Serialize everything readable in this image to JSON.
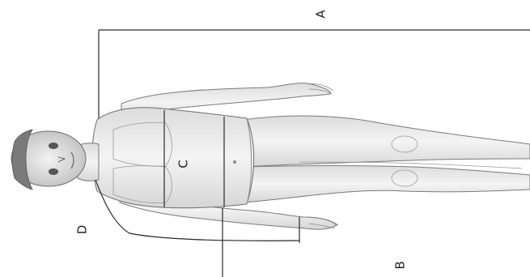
{
  "labels": {
    "a": "A",
    "b": "B",
    "c": "C",
    "d": "D"
  },
  "colors": {
    "ink": "#2a2a2a",
    "shade": "#9a9a9a",
    "background": "#ffffff"
  }
}
